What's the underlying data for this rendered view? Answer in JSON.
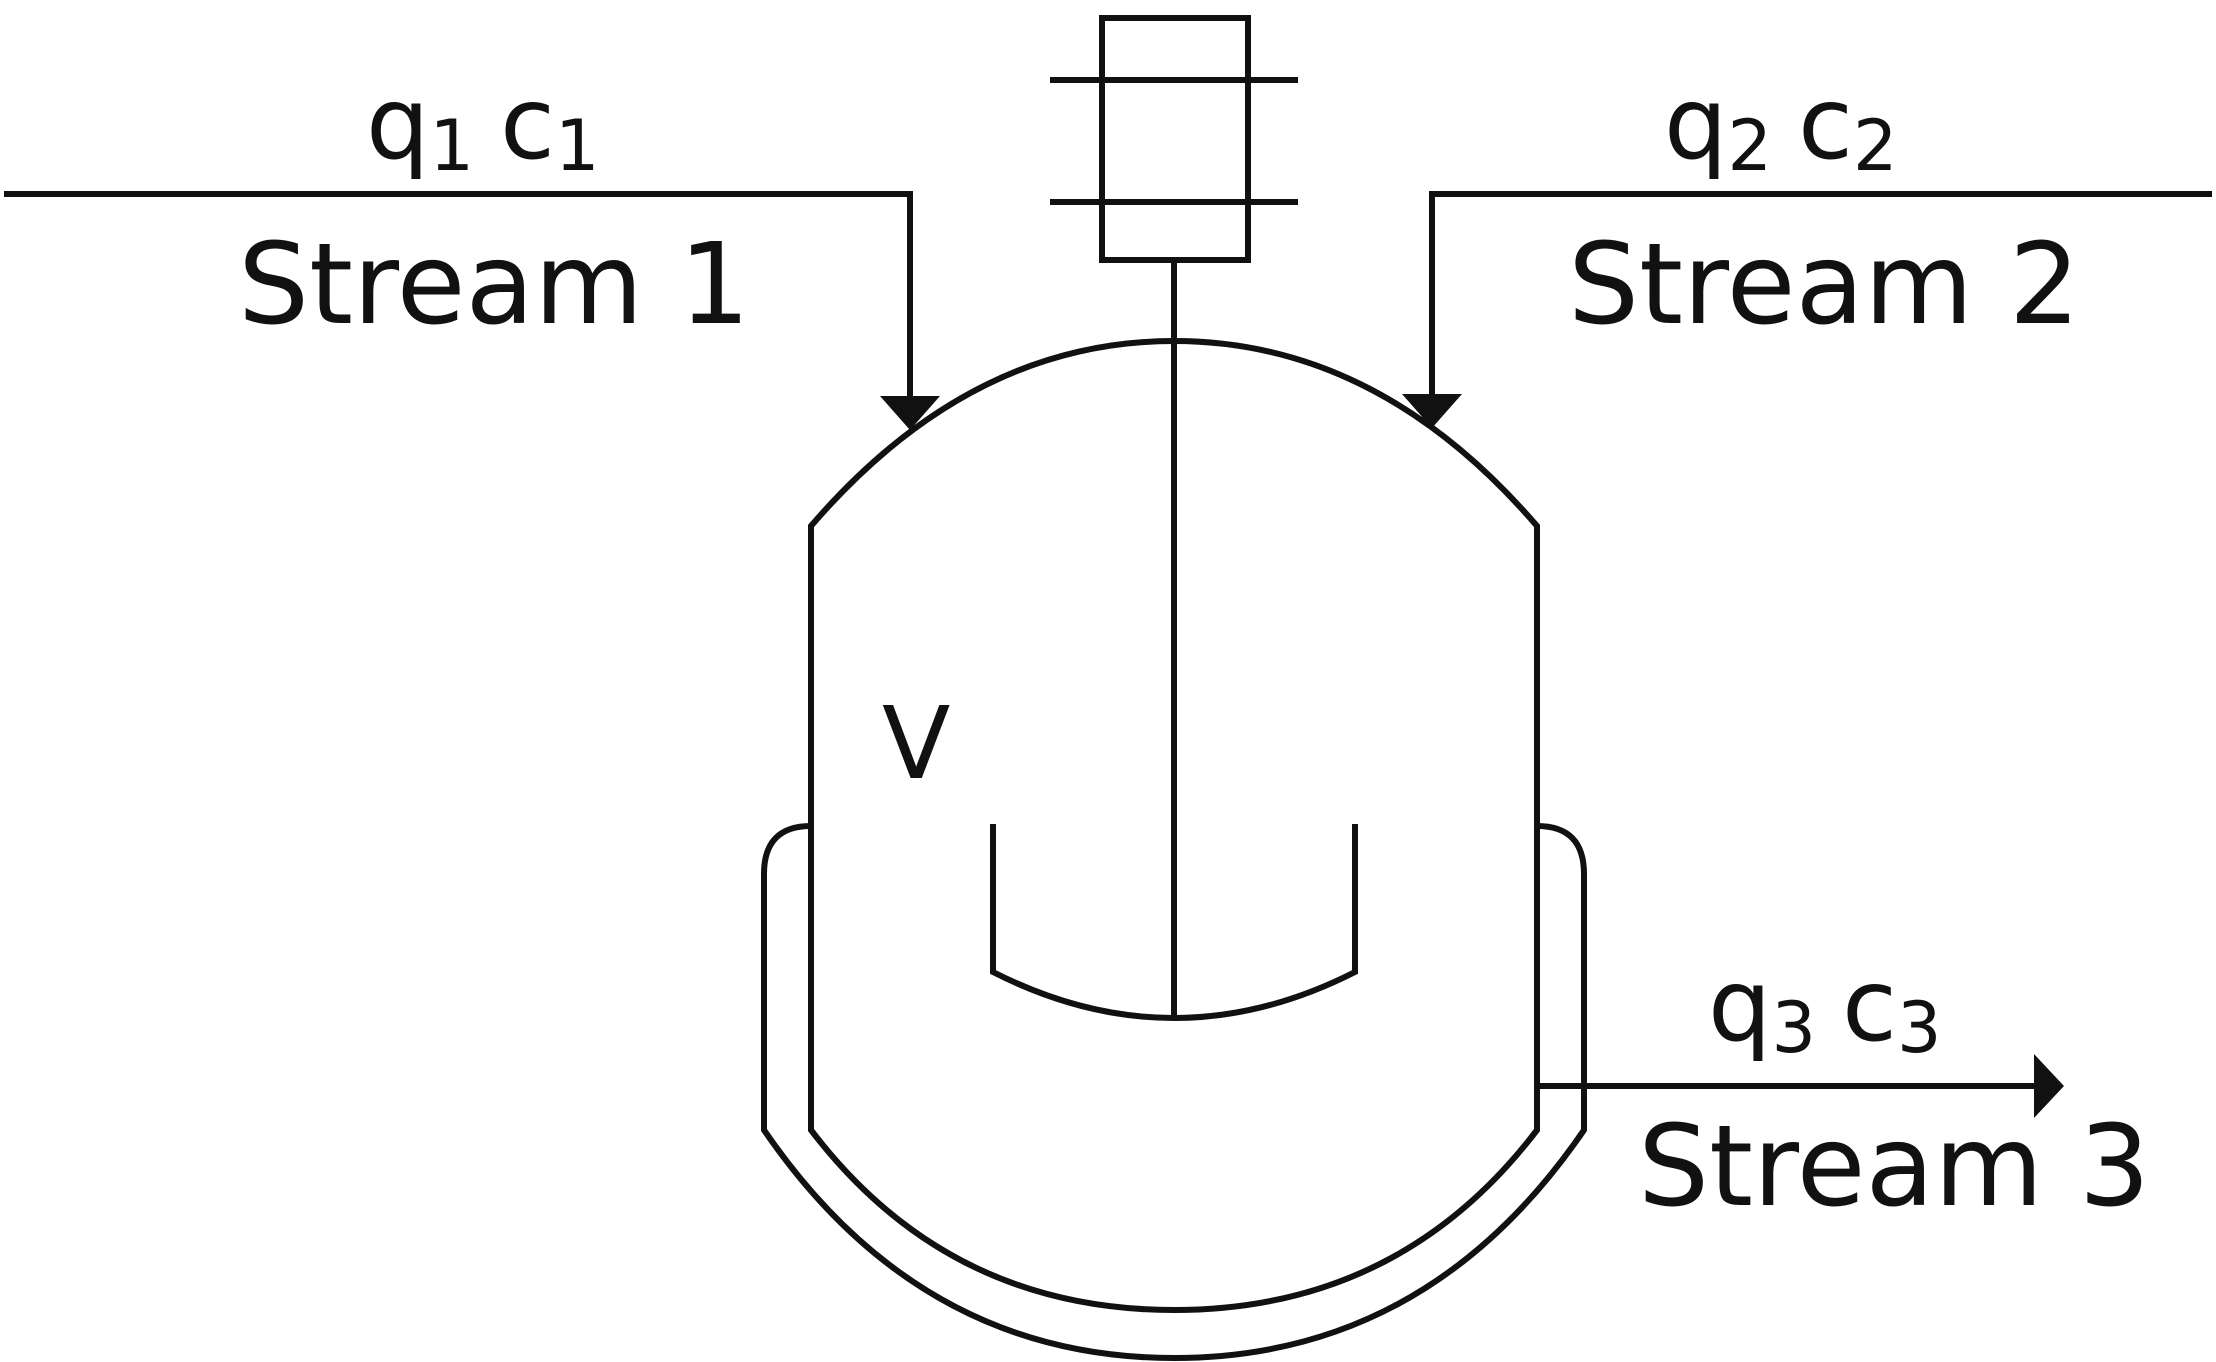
{
  "streams": [
    {
      "label": "Stream 1",
      "q": "q",
      "c": "c",
      "index": "1",
      "direction": "inlet"
    },
    {
      "label": "Stream 2",
      "q": "q",
      "c": "c",
      "index": "2",
      "direction": "inlet"
    },
    {
      "label": "Stream 3",
      "q": "q",
      "c": "c",
      "index": "3",
      "direction": "outlet"
    }
  ],
  "vessel": {
    "volume_label": "V"
  },
  "colors": {
    "line": "#111111",
    "background": "#ffffff"
  }
}
